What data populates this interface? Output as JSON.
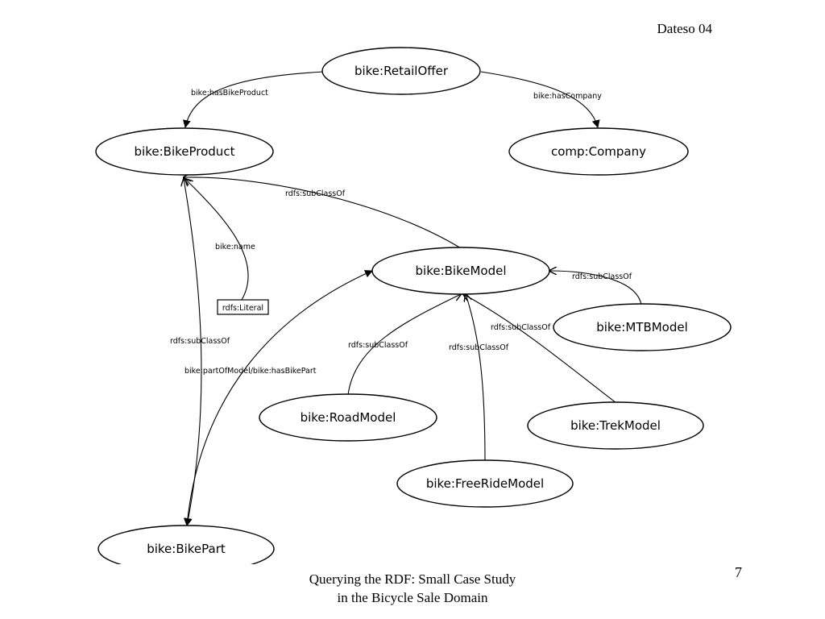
{
  "header": {
    "text": "Dateso 04"
  },
  "footer": {
    "line1": "Querying the RDF: Small Case Study",
    "line2": "in the Bicycle Sale Domain"
  },
  "page_number": "7",
  "diagram": {
    "nodes": {
      "retail_offer": "bike:RetailOffer",
      "bike_product": "bike:BikeProduct",
      "company": "comp:Company",
      "bike_model": "bike:BikeModel",
      "mtb_model": "bike:MTBModel",
      "road_model": "bike:RoadModel",
      "trek_model": "bike:TrekModel",
      "freeride_model": "bike:FreeRideModel",
      "bike_part": "bike:BikePart",
      "literal": "rdfs:Literal"
    },
    "edges": {
      "has_bike_product": "bike:hasBikeProduct",
      "has_company": "bike:hasCompany",
      "model_subclass_product": "rdfs:subClassOf",
      "name": "bike:name",
      "part_subclass_product": "rdfs:subClassOf",
      "part_of_model": "bike:partOfModel/bike:hasBikePart",
      "mtb_subclass": "rdfs:subClassOf",
      "road_subclass": "rdfs:subClassOf",
      "trek_subclass": "rdfs:subClassOf",
      "freeride_subclass": "rdfs:subClassOf"
    }
  }
}
